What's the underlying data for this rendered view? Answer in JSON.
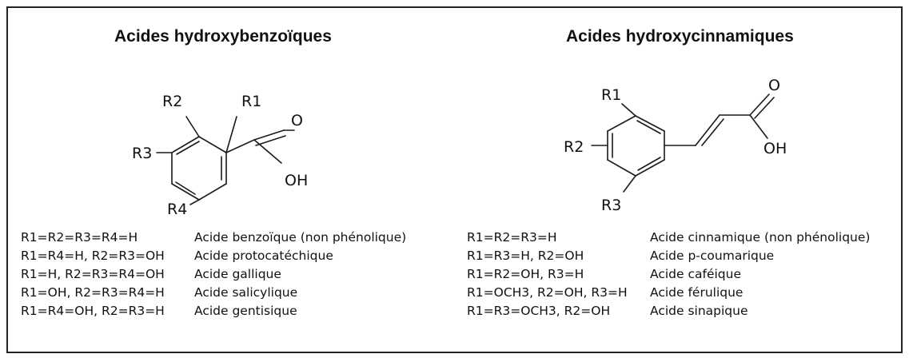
{
  "left_panel": {
    "title": "Acides hydroxybenzoïques",
    "structure": {
      "r1": "R1",
      "r2": "R2",
      "r3": "R3",
      "r4": "R4",
      "carbonyl_o": "O",
      "hydroxyl": "OH"
    },
    "rows": [
      {
        "substituents": "R1=R2=R3=R4=H",
        "name": "Acide benzoïque (non phénolique)"
      },
      {
        "substituents": "R1=R4=H, R2=R3=OH",
        "name": "Acide protocatéchique"
      },
      {
        "substituents": "R1=H, R2=R3=R4=OH",
        "name": "Acide gallique"
      },
      {
        "substituents": "R1=OH, R2=R3=R4=H",
        "name": "Acide salicylique"
      },
      {
        "substituents": "R1=R4=OH, R2=R3=H",
        "name": "Acide gentisique"
      }
    ]
  },
  "right_panel": {
    "title": "Acides hydroxycinnamiques",
    "structure": {
      "r1": "R1",
      "r2": "R2",
      "r3": "R3",
      "carbonyl_o": "O",
      "hydroxyl": "OH"
    },
    "rows": [
      {
        "substituents": "R1=R2=R3=H",
        "name": "Acide cinnamique (non phénolique)"
      },
      {
        "substituents": "R1=R3=H, R2=OH",
        "name": "Acide p-coumarique"
      },
      {
        "substituents": "R1=R2=OH, R3=H",
        "name": "Acide caféique"
      },
      {
        "substituents": "R1=OCH3, R2=OH, R3=H",
        "name": "Acide férulique"
      },
      {
        "substituents": "R1=R3=OCH3, R2=OH",
        "name": "Acide sinapique"
      }
    ]
  }
}
